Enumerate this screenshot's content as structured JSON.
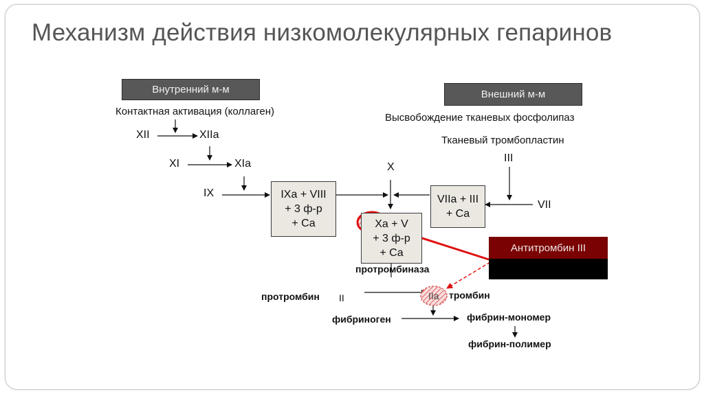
{
  "title": "Механизм действия низкомолекулярных гепаринов",
  "intrinsic": {
    "header": "Внутренний м-м",
    "contact": "Контактная активация (коллаген)",
    "xii": "XII",
    "xiia": "XIIa",
    "xi": "XI",
    "xia": "XIa",
    "ix": "IX",
    "box": [
      "IXa + VIII",
      "+ 3 ф-р",
      "+ Ca"
    ]
  },
  "extrinsic": {
    "header": "Внешний м-м",
    "release": "Высвобождение тканевых фосфолипаз",
    "thromboplastin": "Тканевый тромбопластин",
    "iii": "III",
    "vii": "VII",
    "box": [
      "VIIa + III",
      "+ Ca"
    ]
  },
  "common": {
    "x": "X",
    "box_xa": "Xa",
    "box_rest": "+ V",
    "box_l2": "+ 3 ф-р",
    "box_l3": "+ Ca",
    "prothrombinase": "протромбиназа",
    "prothrombin": "протромбин",
    "ii": "II",
    "iia": "IIa",
    "thrombin": "тромбин",
    "fibrinogen": "фибриноген",
    "fibrin_monomer": "фибрин-мономер",
    "fibrin_polymer": "фибрин-полимер"
  },
  "antithrombin": "Антитромбин III",
  "colors": {
    "highlight": "#e01010",
    "antithrombin_top": "#7a0202",
    "header_box": "#585858",
    "factor_box": "#ebe8e2"
  }
}
